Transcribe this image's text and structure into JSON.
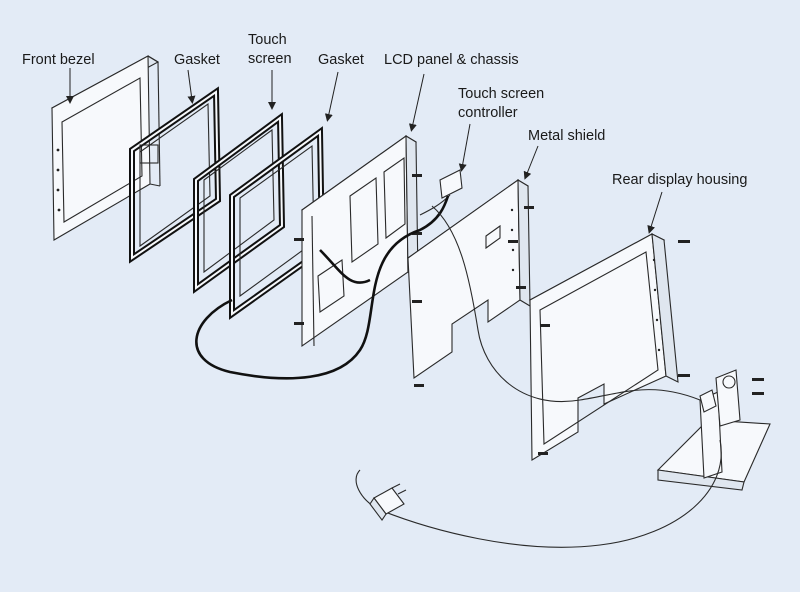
{
  "labels": {
    "front_bezel": "Front bezel",
    "gasket_1": "Gasket",
    "touch_screen_line1": "Touch",
    "touch_screen_line2": "screen",
    "gasket_2": "Gasket",
    "lcd_panel": "LCD panel & chassis",
    "controller_line1": "Touch screen",
    "controller_line2": "controller",
    "metal_shield": "Metal shield",
    "rear_housing": "Rear display housing"
  },
  "colors": {
    "background": "#e3ebf6",
    "line": "#111111"
  }
}
